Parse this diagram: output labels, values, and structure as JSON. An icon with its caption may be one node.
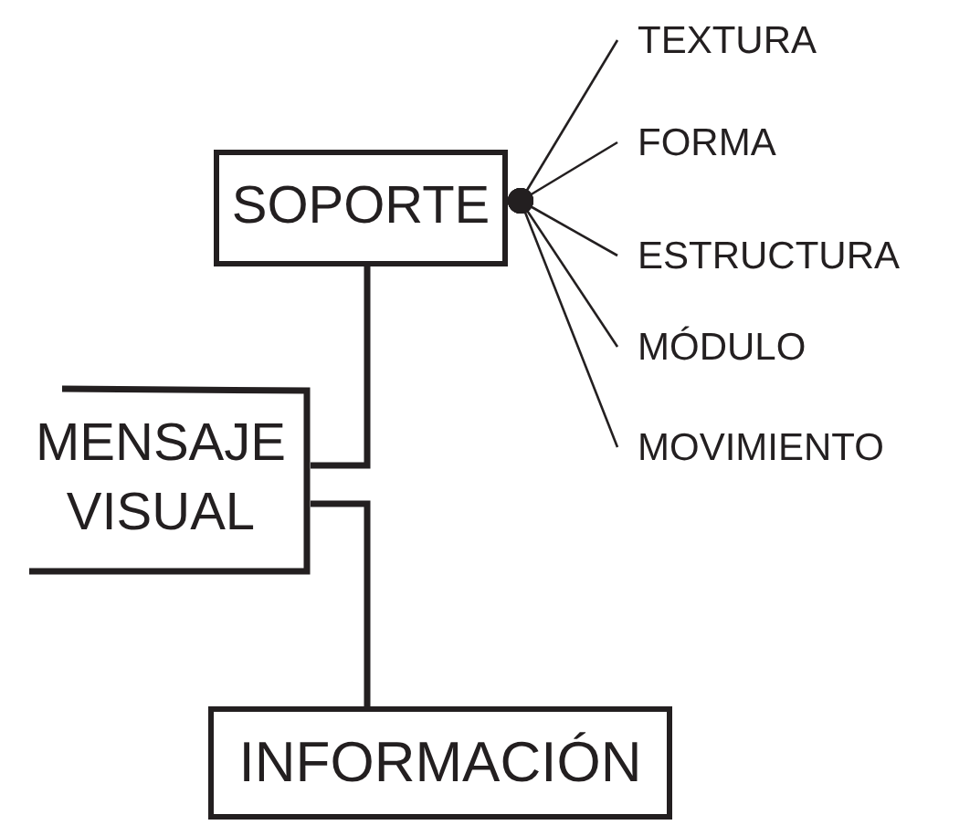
{
  "diagram": {
    "nodes": [
      {
        "text": [
          "SOPORTE"
        ]
      },
      {
        "text": [
          "MENSAJE VISUAL"
        ]
      },
      {
        "text": [
          "INFORMACIÓN"
        ]
      },
      {
        "text": [
          "TEXTURA"
        ]
      },
      {
        "text": [
          "FORMA"
        ]
      },
      {
        "text": [
          "ESTRUCTURA"
        ]
      },
      {
        "text": [
          "MÓDULO"
        ]
      },
      {
        "text": [
          "MOVIMIENTO"
        ]
      }
    ],
    "edges": [
      {
        "from": 0,
        "to": 1,
        "arrow": "none",
        "style": "thick"
      },
      {
        "from": 1,
        "to": 2,
        "arrow": "none",
        "style": "thick"
      },
      {
        "from": 0,
        "to": 3,
        "arrow": "other"
      },
      {
        "from": 0,
        "to": 4,
        "arrow": "other"
      },
      {
        "from": 0,
        "to": 5,
        "arrow": "other"
      },
      {
        "from": 0,
        "to": 6,
        "arrow": "other"
      },
      {
        "from": 0,
        "to": 7,
        "arrow": "other"
      }
    ]
  }
}
